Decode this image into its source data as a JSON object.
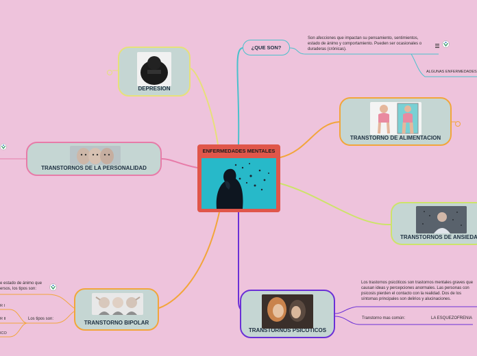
{
  "central": {
    "label": "ENFERMEDADES MENTALES"
  },
  "que_son": {
    "label": "¿QUE SON?",
    "description": "Son afecciones que impactan su pensamiento, sentimientos, estado de ánimo y comportamiento. Pueden ser ocasionales o duraderas (crónicas).",
    "sub_label": "ALGUNAS ENFERMEDADES"
  },
  "nodes": {
    "depresion": "DEPRESION",
    "personalidad": "TRANSTORNOS DE LA PERSONALIDAD",
    "alimentacion": "TRANSTORNO DE ALIMENTACION",
    "ansiedad": "TRANSTORNOS DE ANSIEDAD",
    "psicoticos": "TRANSTORNOS PSICOTICOS",
    "bipolar": "TRANSTORNO BIPOLAR"
  },
  "psicoticos_detail": {
    "description": "Los trastornos psicóticos son trastornos mentales graves que causan ideas y percepciones anormales. Las personas con psicosis pierden el contacto con la realidad. Dos de los síntomas principales son delirios y alucinaciones.",
    "common_label": "Transtorno mas común:",
    "common_value": "LA ESQUEZOFRENIA"
  },
  "bipolar_detail": {
    "description_line1": "e estado de ánimo que",
    "description_line2": "ersos, los tipos son:",
    "types_label": "Los tipos son:",
    "type_items": [
      "R I",
      "R II",
      "ICO"
    ]
  },
  "colors": {
    "background": "#eec3dc",
    "central": "#e0564a",
    "teal": "#49c0cc",
    "orange": "#f2a53a",
    "lime": "#cde36a",
    "purple": "#6a2fd6",
    "pink": "#e77ba8",
    "node_fill": "#c5d6d3"
  }
}
